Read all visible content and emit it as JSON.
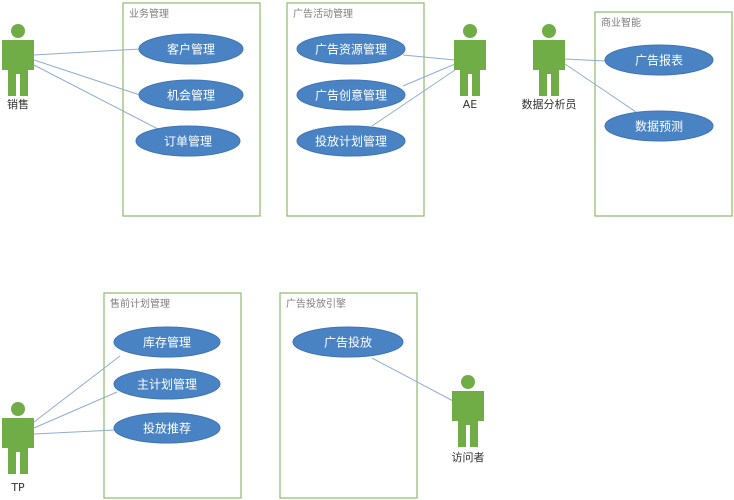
{
  "boxes": {
    "business": {
      "title": "业务管理"
    },
    "ad_activity": {
      "title": "广告活动管理"
    },
    "bi": {
      "title": "商业智能"
    },
    "presale": {
      "title": "售前计划管理"
    },
    "engine": {
      "title": "广告投放引擎"
    }
  },
  "use_cases": {
    "customer": "客户管理",
    "opportunity": "机会管理",
    "order": "订单管理",
    "ad_resource": "广告资源管理",
    "ad_creative": "广告创意管理",
    "placement_plan": "投放计划管理",
    "ad_report": "广告报表",
    "data_forecast": "数据预测",
    "inventory": "库存管理",
    "master_plan": "主计划管理",
    "placement_recommend": "投放推荐",
    "ad_placement": "广告投放"
  },
  "actors": {
    "sales": "销售",
    "ae": "AE",
    "analyst": "数据分析员",
    "tp": "TP",
    "visitor": "访问者"
  },
  "colors": {
    "actor": "#70ad47",
    "use_case": "#4a83c4",
    "boundary": "#8dbb6a",
    "association": "#8eaed2"
  }
}
